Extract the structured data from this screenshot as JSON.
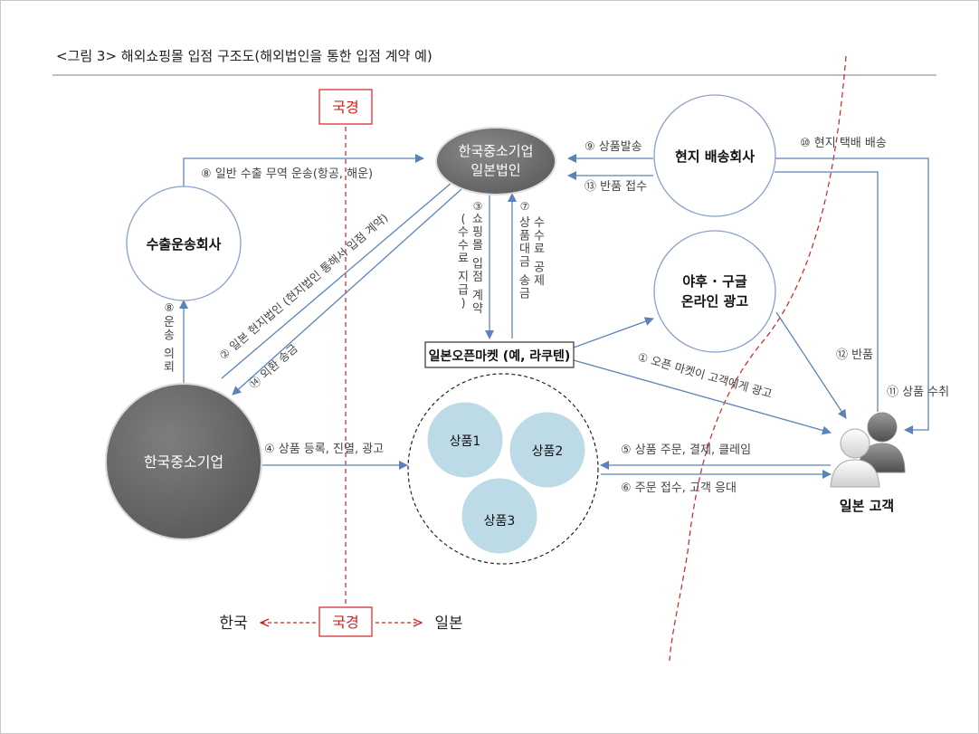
{
  "figure": {
    "caption": "<그림 3> 해외쇼핑몰 입점 구조도(해외법인을 통한 입점 계약 예)"
  },
  "border_labels": {
    "top": "국경",
    "bottom": "국경",
    "korea": "한국",
    "japan": "일본"
  },
  "nodes": {
    "subsidiary": [
      "한국중소기업",
      "일본법인"
    ],
    "delivery": "현지 배송회사",
    "export_shipping": "수출운송회사",
    "ad": [
      "야후 · 구글",
      "온라인 광고"
    ],
    "market": "일본오픈마켓 (예, 라쿠텐)",
    "sme": "한국중소기업",
    "product1": "상품1",
    "product2": "상품2",
    "product3": "상품3",
    "customer": "일본 고객"
  },
  "edges": {
    "e8_top": "⑧ 일반 수출 무역 운송(항공, 해운)",
    "e9": "⑨ 상품발송",
    "e13": "⑬ 반품 접수",
    "e10": "⑩ 현지 택배  배송",
    "e2": "② 일본 현지법인 (현지법인 통해서 입점 계약)",
    "e14": "⑭ 외환 송금",
    "e3_num": "③",
    "e3_lines": [
      "쇼핑몰 입점 계약",
      "(수수료 지급)"
    ],
    "e7_num": "⑦",
    "e7_lines": [
      "수수료 공제",
      "상품대금 송금"
    ],
    "e8_left_num": "⑧",
    "e8_left": "운송 의뢰",
    "e1": "① 오픈 마켓이 고객에게 광고",
    "e12": "⑫ 반품",
    "e11": "⑪ 상품 수취",
    "e4": "④ 상품 등록, 진열, 광고",
    "e5": "⑤ 상품 주문, 결제, 클레임",
    "e6": "⑥ 주문 접수, 고객 응대"
  },
  "colors": {
    "arrow": "#5a84b8",
    "border_line": "#d32020",
    "dark_node": "#6e6e6e",
    "product_fill": "#bcdbe7",
    "circle_stroke": "#8aa0c8",
    "text": "#222222",
    "edge_text": "#444444"
  },
  "icons": {
    "customer": "people-icon"
  }
}
